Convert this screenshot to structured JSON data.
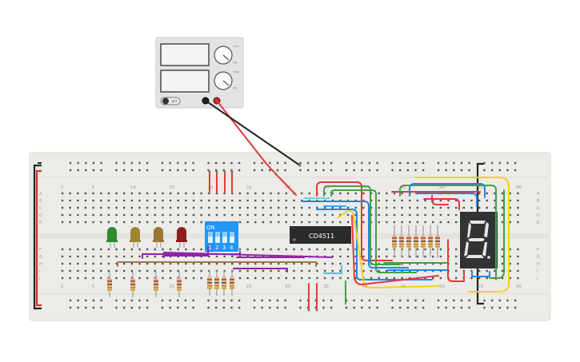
{
  "power_supply": {
    "top_display_label": "",
    "bottom_display_label": "",
    "knob_top_caption_a": "VOLT",
    "knob_top_caption_b": "ADJ",
    "knob_bottom_caption_a": "CURR",
    "knob_bottom_caption_b": "ADJ",
    "switch_label": "OFF",
    "terminal_colors": [
      "#c62828",
      "#222222"
    ]
  },
  "breadboard": {
    "column_labels_top": [
      "1",
      "5",
      "10",
      "15",
      "20",
      "25",
      "30",
      "35",
      "40",
      "45",
      "50",
      "55",
      "60"
    ],
    "column_labels_bottom": [
      "1",
      "5",
      "10",
      "15",
      "20",
      "25",
      "30",
      "35",
      "40",
      "45",
      "50",
      "55",
      "60"
    ],
    "row_labels_top": [
      "A",
      "B",
      "C",
      "D",
      "E"
    ],
    "row_labels_bottom": [
      "F",
      "G",
      "H",
      "I",
      "J"
    ]
  },
  "chip": {
    "label": "CD4511"
  },
  "dip_switch": {
    "on_label": "ON",
    "switch_numbers": [
      "1",
      "2",
      "3",
      "4"
    ]
  },
  "leds": [
    {
      "name": "green-led",
      "color": "#2e8b2e"
    },
    {
      "name": "olive-led",
      "color": "#a08a2a"
    },
    {
      "name": "amber-led",
      "color": "#9a7a2a"
    },
    {
      "name": "red-led",
      "color": "#8b1c1c"
    }
  ],
  "seven_segment": {
    "lit_color": "#e8e8e8",
    "body_color": "#333333"
  },
  "wire_colors": {
    "red": "#e53935",
    "black": "#222222",
    "yellow": "#f2d21b",
    "green": "#43a047",
    "blue": "#1e88e5",
    "purple": "#8e24aa",
    "brown": "#a1754c",
    "cyan": "#4fc3d9"
  }
}
